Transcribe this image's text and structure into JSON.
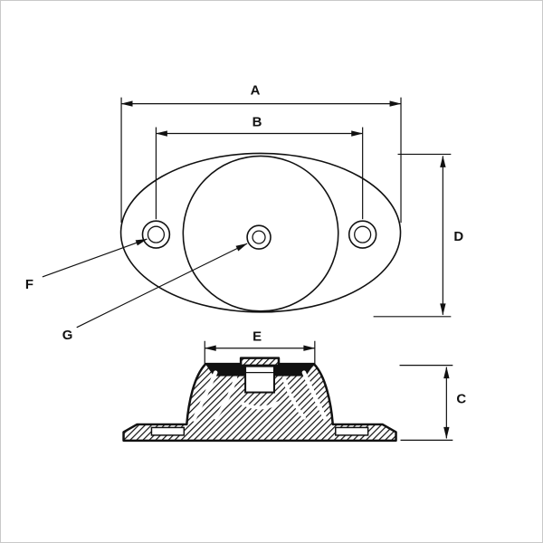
{
  "drawing": {
    "labels": {
      "A": "A",
      "B": "B",
      "C": "C",
      "D": "D",
      "E": "E",
      "F": "F",
      "G": "G"
    },
    "colors": {
      "line": "#111111",
      "background": "#ffffff",
      "frame_border": "#c9c9c9"
    }
  }
}
